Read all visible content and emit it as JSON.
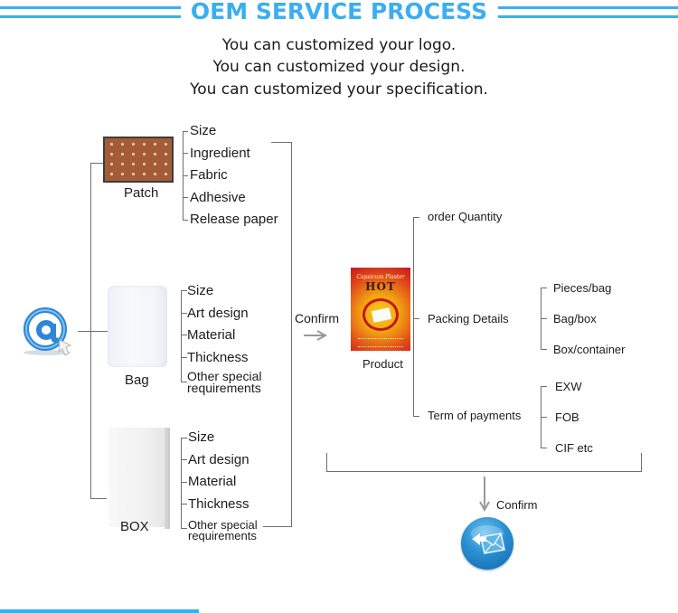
{
  "header": {
    "title": "OEM SERVICE PROCESS",
    "accent_color": "#3aaef0",
    "subtitle_lines": [
      "You can customized your logo.",
      "You can customized your design.",
      "You can customized your specification."
    ]
  },
  "start_icon": "email-at-icon",
  "categories": [
    {
      "name": "Patch",
      "icon": "patch-icon",
      "options": [
        "Size",
        "Ingredient",
        "Fabric",
        "Adhesive",
        "Release paper"
      ]
    },
    {
      "name": "Bag",
      "icon": "bag-icon",
      "options": [
        "Size",
        "Art design",
        "Material",
        "Thickness",
        "Other special",
        "requirements"
      ]
    },
    {
      "name": "BOX",
      "icon": "box-icon",
      "options": [
        "Size",
        "Art design",
        "Material",
        "Thickness",
        "Other special",
        "requirements"
      ]
    }
  ],
  "step1": {
    "confirm_label": "Confirm",
    "arrow_icon": "arrow-right-icon"
  },
  "product": {
    "label": "Product",
    "package_brand": "Capsicum Plaster",
    "package_title": "HOT"
  },
  "product_details": [
    {
      "label": "order Quantity",
      "options": []
    },
    {
      "label": "Packing Details",
      "options": [
        "Pieces/bag",
        "Bag/box",
        "Box/container"
      ]
    },
    {
      "label": "Term of payments",
      "options": [
        "EXW",
        "FOB",
        "CIF etc"
      ]
    }
  ],
  "step2": {
    "confirm_label": "Confirm",
    "arrow_icon": "arrow-down-icon",
    "end_icon": "mail-send-icon"
  }
}
